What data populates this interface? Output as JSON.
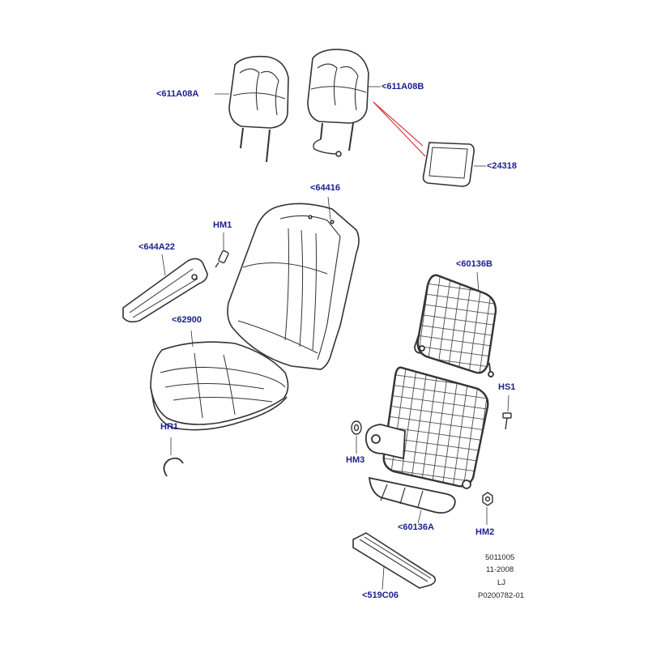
{
  "callouts": {
    "headrest_a": "<611A08A",
    "headrest_b": "<611A08B",
    "headrest_insert": "<24318",
    "backrest_cover": "<64416",
    "hm1": "HM1",
    "armrest": "<644A22",
    "cushion_cover": "<62900",
    "back_frame": "<60136B",
    "hs1": "HS1",
    "hr1": "HR1",
    "hm3": "HM3",
    "cushion_frame": "<60136A",
    "hm2": "HM2",
    "trim_strip": "<519C06"
  },
  "footer": {
    "code": "5011005",
    "date": "11-2008",
    "initials": "LJ",
    "illustration_id": "P0200782-01"
  },
  "colors": {
    "callout_text": "#1a1f8c",
    "leader_red": "#d42a2a",
    "line_art": "#333333"
  }
}
